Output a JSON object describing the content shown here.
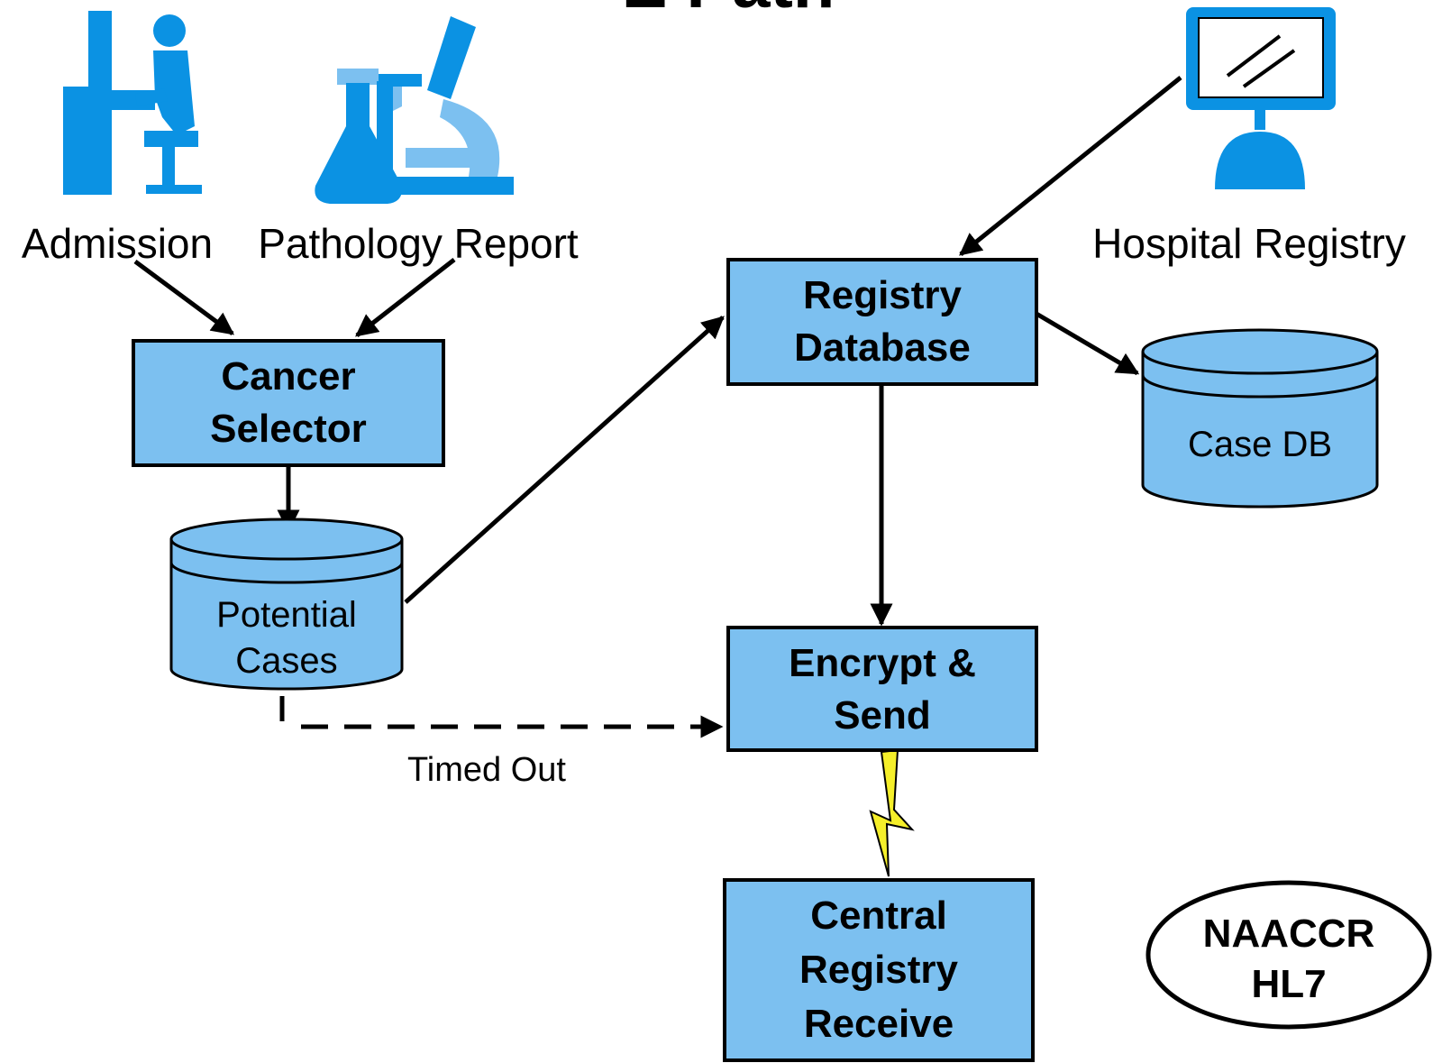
{
  "title_partial": "E Path",
  "sources": {
    "admission": "Admission",
    "pathology": "Pathology Report",
    "hospital_registry": "Hospital Registry"
  },
  "boxes": {
    "cancer_selector": [
      "Cancer",
      "Selector"
    ],
    "registry_database": [
      "Registry",
      "Database"
    ],
    "encrypt_send": [
      "Encrypt &",
      "Send"
    ],
    "central_registry": [
      "Central",
      "Registry",
      "Receive"
    ]
  },
  "databases": {
    "potential_cases": [
      "Potential",
      "Cases"
    ],
    "case_db": "Case DB"
  },
  "edge_labels": {
    "timed_out": "Timed Out"
  },
  "badge": [
    "NAACCR",
    "HL7"
  ],
  "icons": {
    "admission": "person-at-computer-icon",
    "pathology": "lab-flask-microscope-icon",
    "hospital_registry": "computer-monitor-icon",
    "link": "lightning-bolt-icon"
  },
  "colors": {
    "box_fill": "#7cc0f0",
    "icon_blue": "#0b92e3",
    "lightning": "#f5ef2a",
    "stroke": "#000000"
  }
}
